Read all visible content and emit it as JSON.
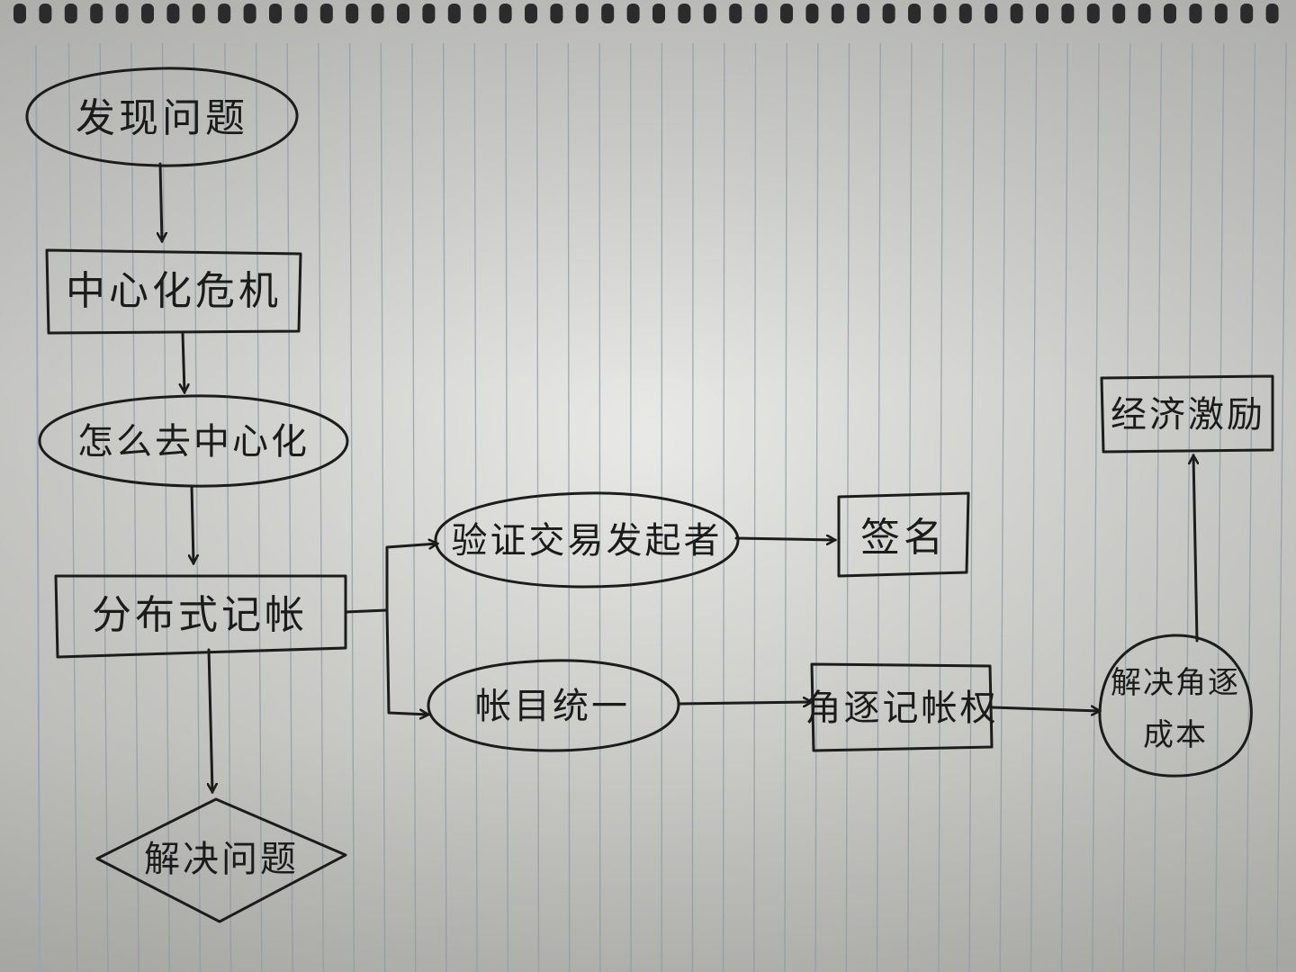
{
  "diagram": {
    "nodes": {
      "discover": "发现问题",
      "crisis": "中心化危机",
      "how": "怎么去中心化",
      "ledger": "分布式记帐",
      "verify": "验证交易发起者",
      "sign": "签名",
      "unify": "帐目统一",
      "compete": "角逐记帐权",
      "cost": [
        "解决角逐",
        "成本"
      ],
      "incentive": "经济激励",
      "solve": "解决问题"
    },
    "node_shapes": {
      "discover": "ellipse",
      "crisis": "rectangle",
      "how": "ellipse",
      "ledger": "rectangle",
      "verify": "ellipse",
      "sign": "rectangle",
      "unify": "ellipse",
      "compete": "rectangle",
      "cost": "ellipse",
      "incentive": "rectangle",
      "solve": "diamond"
    },
    "edges": [
      [
        "discover",
        "crisis"
      ],
      [
        "crisis",
        "how"
      ],
      [
        "how",
        "ledger"
      ],
      [
        "ledger",
        "verify"
      ],
      [
        "ledger",
        "unify"
      ],
      [
        "ledger",
        "solve"
      ],
      [
        "verify",
        "sign"
      ],
      [
        "unify",
        "compete"
      ],
      [
        "compete",
        "cost"
      ],
      [
        "cost",
        "incentive"
      ]
    ],
    "colors": {
      "ink": "#1c1c1c",
      "paper": "#e2e3df",
      "rule_line": "#8f9aa8",
      "margin_line": "#9aa6b6"
    }
  }
}
